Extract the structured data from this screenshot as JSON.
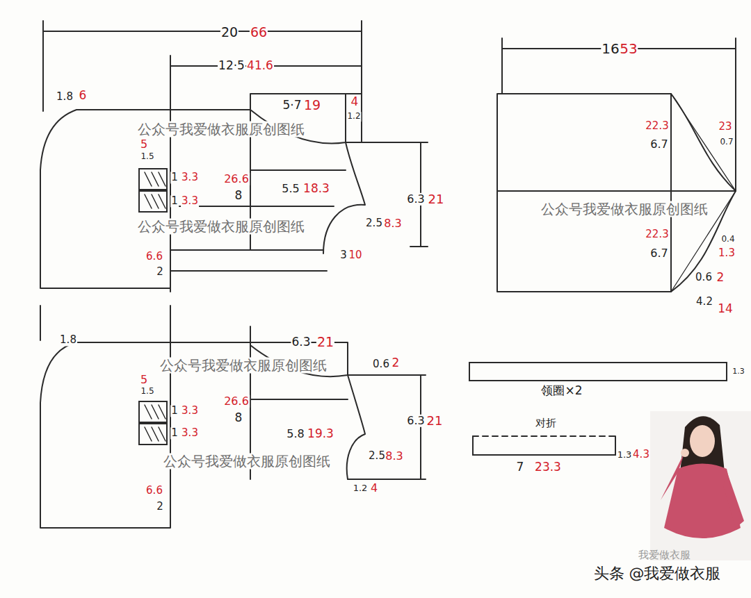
{
  "diagram": {
    "labels": [
      "20",
      "66",
      "12·5",
      "41.6",
      "1.8",
      "6",
      "5·7",
      "19",
      "4",
      "1.2",
      "5",
      "1.5",
      "1",
      "3.3",
      "1",
      "3.3",
      "26.6",
      "8",
      "5.5",
      "18.3",
      "6.3",
      "21",
      "2.5",
      "8.3",
      "3",
      "10",
      "6.6",
      "2",
      "16",
      "53",
      "22.3",
      "6.7",
      "23",
      "0.7",
      "22.3",
      "6.7",
      "0.4",
      "1.3",
      "0.6",
      "2",
      "4.2",
      "14",
      "1.8",
      "6.3",
      "21",
      "0.6",
      "2",
      "5",
      "1.5",
      "1",
      "3.3",
      "1",
      "3.3",
      "26.6",
      "8",
      "5.8",
      "19.3",
      "6.3",
      "21",
      "2.5",
      "8.3",
      "1.2",
      "4",
      "6.6",
      "2",
      "领圈×2",
      "1.3",
      "对折",
      "7",
      "23.3",
      "1.3",
      "4.3",
      "公众号我爱做衣服原创图纸",
      "公众号我爱做衣服原创图纸",
      "公众号我爱做衣服原创图纸",
      "公众号我爱做衣服原创图纸",
      "公众号我爱做衣服原创图纸",
      "我爱做衣服",
      "头条 @我爱做衣服"
    ]
  }
}
